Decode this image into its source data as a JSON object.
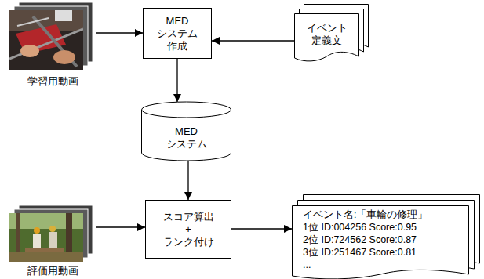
{
  "diagram": {
    "nodes": [
      {
        "text": [
          "学習用動画"
        ]
      },
      {
        "text": [
          "MED システム 作成"
        ]
      },
      {
        "text": [
          "イベント 定義文"
        ]
      },
      {
        "text": [
          "MED システム"
        ]
      },
      {
        "text": [
          "評価用動画"
        ]
      },
      {
        "text": [
          "スコア算出 + ランク付け"
        ]
      },
      {
        "text": [
          "イベント名:「車輪の修理」",
          "1位 ID:004256 Score:0.95",
          "2位 ID:724562 Score:0.87",
          "3位 ID:251467 Score:0.81",
          "..."
        ]
      }
    ],
    "edges": [
      {
        "from": 0,
        "to": 1,
        "arrow": "to"
      },
      {
        "from": 2,
        "to": 1,
        "arrow": "to"
      },
      {
        "from": 1,
        "to": 3,
        "arrow": "to"
      },
      {
        "from": 3,
        "to": 5,
        "arrow": "to"
      },
      {
        "from": 4,
        "to": 5,
        "arrow": "to"
      },
      {
        "from": 5,
        "to": 6,
        "arrow": "to"
      }
    ]
  }
}
